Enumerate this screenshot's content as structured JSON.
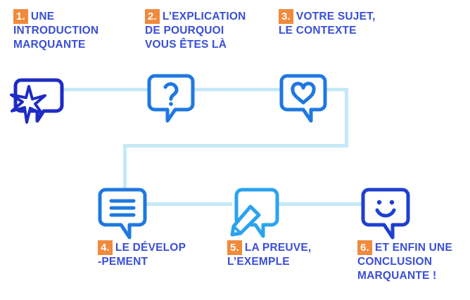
{
  "meta": {
    "title": "Structure de prise de parole en 6 etapes"
  },
  "colors": {
    "label_blue": "#3a4fd6",
    "badge_orange": "#f08a3c",
    "icon_deep_blue": "#1e2bc4",
    "icon_blue": "#1f78e0",
    "icon_light_blue": "#2aa3ee",
    "connector": "#c5e9f7",
    "background": "#ffffff"
  },
  "steps": [
    {
      "number": "1.",
      "label": "UNE\nINTRODUCTION\nMARQUANTE",
      "icon": "star-speech-bubble-icon"
    },
    {
      "number": "2.",
      "label": "L’EXPLICATION\nDE POURQUOI\nVOUS ÊTES LÀ",
      "icon": "question-speech-bubble-icon"
    },
    {
      "number": "3.",
      "label": "VOTRE SUJET,\nLE CONTEXTE",
      "icon": "heart-speech-bubble-icon"
    },
    {
      "number": "4.",
      "label": "LE DÉVELOP\n-PEMENT",
      "icon": "lines-speech-bubble-icon"
    },
    {
      "number": "5.",
      "label": "LA PREUVE,\nL’EXEMPLE",
      "icon": "pencil-speech-bubble-icon"
    },
    {
      "number": "6.",
      "label": "ET ENFIN UNE\nCONCLUSION\nMARQUANTE !",
      "icon": "smiley-speech-bubble-icon"
    }
  ]
}
